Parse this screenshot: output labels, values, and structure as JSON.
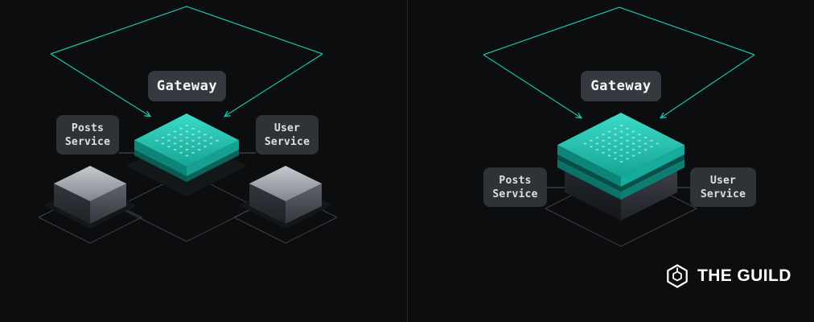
{
  "diagrams": {
    "left": {
      "gateway_label": "Gateway",
      "posts_service": {
        "line1": "Posts",
        "line2": "Service"
      },
      "user_service": {
        "line1": "User",
        "line2": "Service"
      }
    },
    "right": {
      "gateway_label": "Gateway",
      "posts_service": {
        "line1": "Posts",
        "line2": "Service"
      },
      "user_service": {
        "line1": "User",
        "line2": "Service"
      }
    }
  },
  "logo": {
    "text": "THE GUILD"
  },
  "colors": {
    "background": "#0b0d0e",
    "accent": "#1fbfae",
    "platform_top": "#2ccfbb",
    "platform_side": "#15a090",
    "platform_side_dark": "#0a5b53",
    "label_box_bg": "#2e3338",
    "label_text": "#dde1e3",
    "gateway_box_bg": "#353a40",
    "gateway_text": "#f5f7f8",
    "wireframe": "#3e4247",
    "connector": "#50555b",
    "divider": "#222527",
    "logo_text": "#ffffff"
  }
}
